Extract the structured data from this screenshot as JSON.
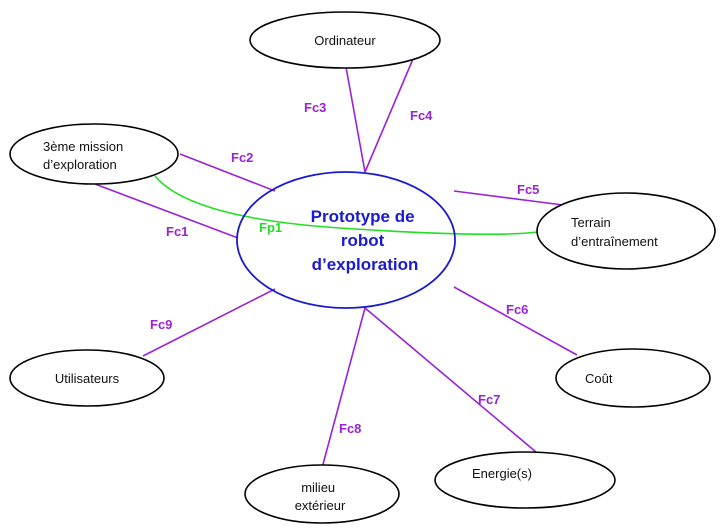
{
  "diagram": {
    "type": "pieuvre (functional interaction diagram)",
    "colors": {
      "center_stroke": "#1a1ad0",
      "center_text": "#1a1ad0",
      "node_stroke": "#000000",
      "constraint_line": "#9a22d8",
      "principal_line": "#22dd22"
    },
    "center": {
      "lines": [
        "Prototype de",
        "robot",
        "d’exploration"
      ]
    },
    "nodes": {
      "ordinateur": {
        "lines": [
          "Ordinateur"
        ]
      },
      "mission": {
        "lines": [
          "3ème mission",
          "d’exploration"
        ]
      },
      "terrain": {
        "lines": [
          "Terrain",
          "d’entraînement"
        ]
      },
      "utilisateurs": {
        "lines": [
          "Utilisateurs"
        ]
      },
      "cout": {
        "lines": [
          "Coût"
        ]
      },
      "energie": {
        "lines": [
          "Energie(s)"
        ]
      },
      "milieu": {
        "lines": [
          "milieu",
          "extérieur"
        ]
      }
    },
    "relations": [
      {
        "label": "Fp1",
        "kind": "principal",
        "from": "mission",
        "to": "terrain"
      },
      {
        "label": "Fc1",
        "kind": "constraint",
        "from": "mission",
        "to": "center"
      },
      {
        "label": "Fc2",
        "kind": "constraint",
        "from": "mission",
        "to": "center"
      },
      {
        "label": "Fc3",
        "kind": "constraint",
        "from": "ordinateur",
        "to": "center"
      },
      {
        "label": "Fc4",
        "kind": "constraint",
        "from": "ordinateur",
        "to": "center"
      },
      {
        "label": "Fc5",
        "kind": "constraint",
        "from": "terrain",
        "to": "center"
      },
      {
        "label": "Fc6",
        "kind": "constraint",
        "from": "cout",
        "to": "center"
      },
      {
        "label": "Fc7",
        "kind": "constraint",
        "from": "energie",
        "to": "center"
      },
      {
        "label": "Fc8",
        "kind": "constraint",
        "from": "milieu",
        "to": "center"
      },
      {
        "label": "Fc9",
        "kind": "constraint",
        "from": "utilisateurs",
        "to": "center"
      }
    ]
  }
}
